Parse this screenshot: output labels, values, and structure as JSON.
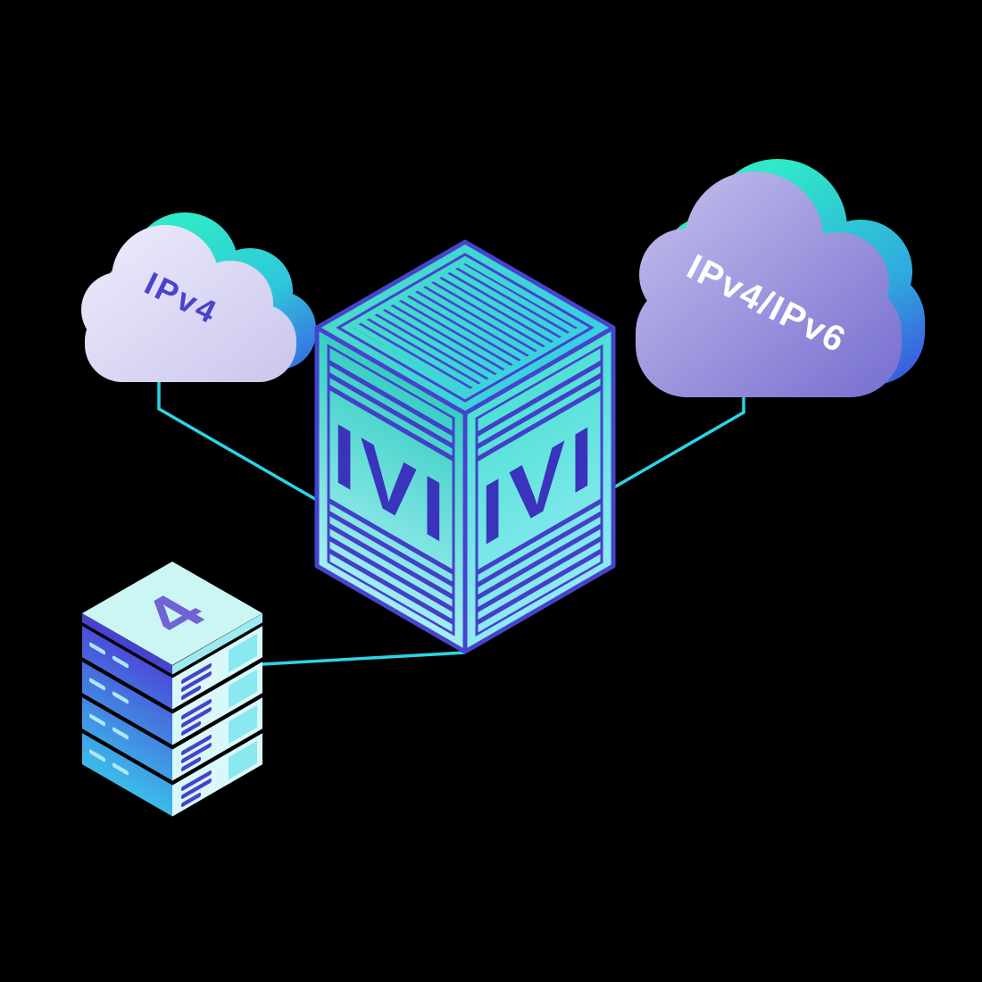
{
  "diagram": {
    "nodes": {
      "ipv4_cloud": {
        "label": "IPv4"
      },
      "ipv4_ipv6_cloud": {
        "label": "IPv4/IPv6"
      },
      "ivi_translator": {
        "label_left_face": "IVI",
        "label_right_face": "IVI"
      },
      "server_stack": {
        "label": "4",
        "units": 4
      }
    },
    "connections": [
      {
        "from": "ipv4_cloud",
        "to": "ivi_translator"
      },
      {
        "from": "ipv4_ipv6_cloud",
        "to": "ivi_translator"
      },
      {
        "from": "server_stack",
        "to": "ivi_translator"
      }
    ]
  },
  "colors": {
    "background": "#000000",
    "connector": "#2bd4e6",
    "outline_indigo": "#4642cc",
    "label_indigo": "#4a43cc",
    "label_white": "#ffffff",
    "ivi_text": "#3a33bc",
    "server_digit": "#6f63d6",
    "accent_teal": "#2fe9c8",
    "accent_blue": "#3b4fe2",
    "cloud_left": "#d9d6f2",
    "cloud_right_dark": "#7d76d2",
    "face_teal": "#3ad2c4",
    "face_cyan": "#90eaf3"
  }
}
